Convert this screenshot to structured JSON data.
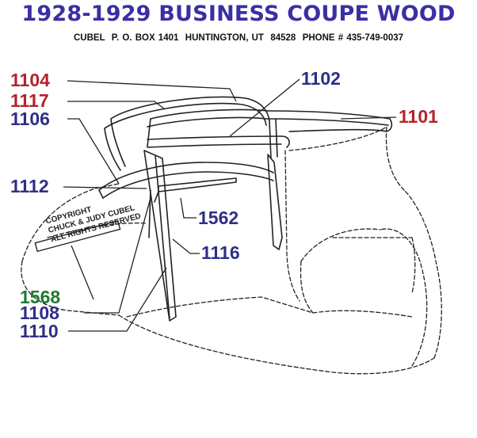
{
  "header": {
    "title": "1928-1929 BUSINESS COUPE WOOD",
    "contact": "CUBEL  P. O. BOX 1401  HUNTINGTON, UT  84528  PHONE # 435-749-0037"
  },
  "parts": [
    {
      "id": "1104",
      "color": "#b3232b"
    },
    {
      "id": "1117",
      "color": "#b3232b"
    },
    {
      "id": "1106",
      "color": "#2f2f86"
    },
    {
      "id": "1102",
      "color": "#2f2f86"
    },
    {
      "id": "1101",
      "color": "#b3232b"
    },
    {
      "id": "1112",
      "color": "#2f2f86"
    },
    {
      "id": "1562",
      "color": "#2f2f86"
    },
    {
      "id": "1116",
      "color": "#2f2f86"
    },
    {
      "id": "1568",
      "color": "#1e7a2e"
    },
    {
      "id": "1108",
      "color": "#2f2f86"
    },
    {
      "id": "1110",
      "color": "#2f2f86"
    }
  ],
  "copyright": {
    "line1": "COPYRIGHT",
    "line2": "CHUCK & JUDY CUBEL",
    "line3": "ALL RIGHTS RESERVED"
  }
}
